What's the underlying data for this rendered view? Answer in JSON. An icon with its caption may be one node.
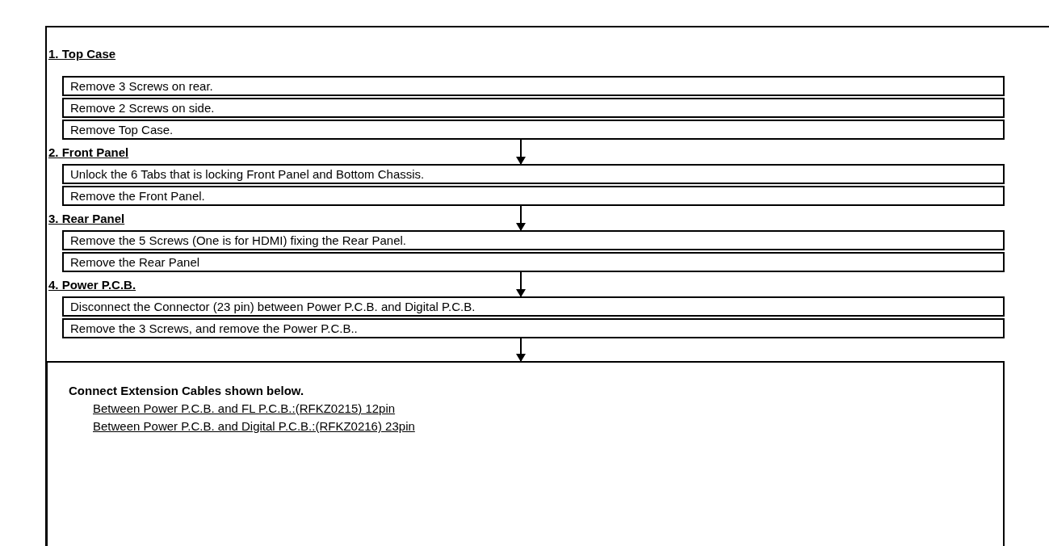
{
  "diagram": {
    "nodes": [
      {
        "text": [
          "Remove 3 Screws on rear."
        ]
      },
      {
        "text": [
          "Remove 2 Screws on side."
        ]
      },
      {
        "text": [
          "Remove Top Case."
        ]
      },
      {
        "text": [
          "Unlock the 6 Tabs that is locking Front Panel and Bottom Chassis."
        ]
      },
      {
        "text": [
          "Remove the Front Panel."
        ]
      },
      {
        "text": [
          "Remove the 5 Screws (One is for HDMI) fixing the Rear Panel."
        ]
      },
      {
        "text": [
          "Remove the Rear Panel"
        ]
      },
      {
        "text": [
          "Disconnect the Connector (23 pin) between Power P.C.B. and Digital P.C.B."
        ]
      },
      {
        "text": [
          "Remove the 3 Screws, and remove the Power P.C.B.."
        ]
      },
      {
        "text": [
          "Connect Extension Cables shown below.",
          "Between Power P.C.B. and FL P.C.B.:(RFKZ0215) 12pin",
          "Between Power P.C.B. and Digital P.C.B.:(RFKZ0216) 23pin"
        ]
      }
    ],
    "edges": [
      {
        "from": 2,
        "to": 3,
        "arrow": "to"
      },
      {
        "from": 4,
        "to": 5,
        "arrow": "to"
      },
      {
        "from": 6,
        "to": 7,
        "arrow": "to"
      },
      {
        "from": 8,
        "to": 9,
        "arrow": "to"
      }
    ],
    "labels": [
      "1. Top Case",
      "2. Front Panel",
      "3. Rear Panel",
      "4. Power P.C.B."
    ]
  }
}
